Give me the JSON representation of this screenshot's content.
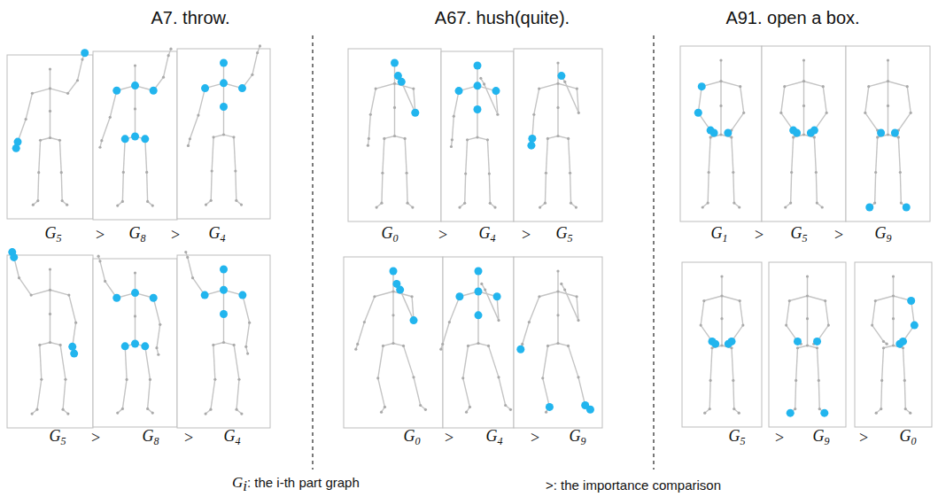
{
  "diagram": {
    "labels": [
      "A7. throw.",
      "A67. hush(quite).",
      "A91. open a box.",
      "G5",
      ">",
      "G8",
      ">",
      "G4",
      "G5",
      ">",
      "G8",
      ">",
      "G4",
      "G0",
      ">",
      "G4",
      ">",
      "G5",
      "G0",
      ">",
      "G4",
      ">",
      "G9",
      "G1",
      ">",
      "G5",
      ">",
      "G9",
      "G5",
      ">",
      "G9",
      ">",
      "G0",
      "Gi: the i-th part graph",
      ">: the importance comparison"
    ]
  }
}
